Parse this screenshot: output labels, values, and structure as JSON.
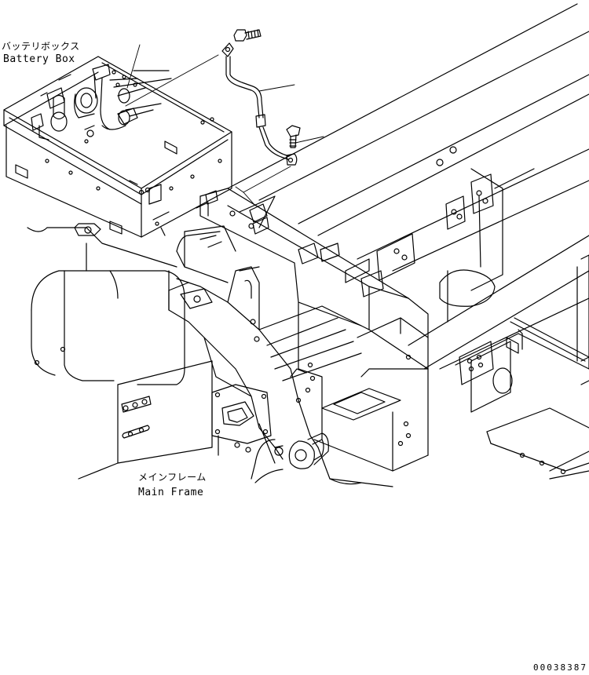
{
  "labels": {
    "battery_box_jp": "バッテリボックス",
    "battery_box_en": "Battery Box",
    "main_frame_jp": "メインフレーム",
    "main_frame_en": "Main Frame",
    "drawing_code": "00038387"
  },
  "colors": {
    "line": "#000000",
    "background": "#ffffff"
  }
}
